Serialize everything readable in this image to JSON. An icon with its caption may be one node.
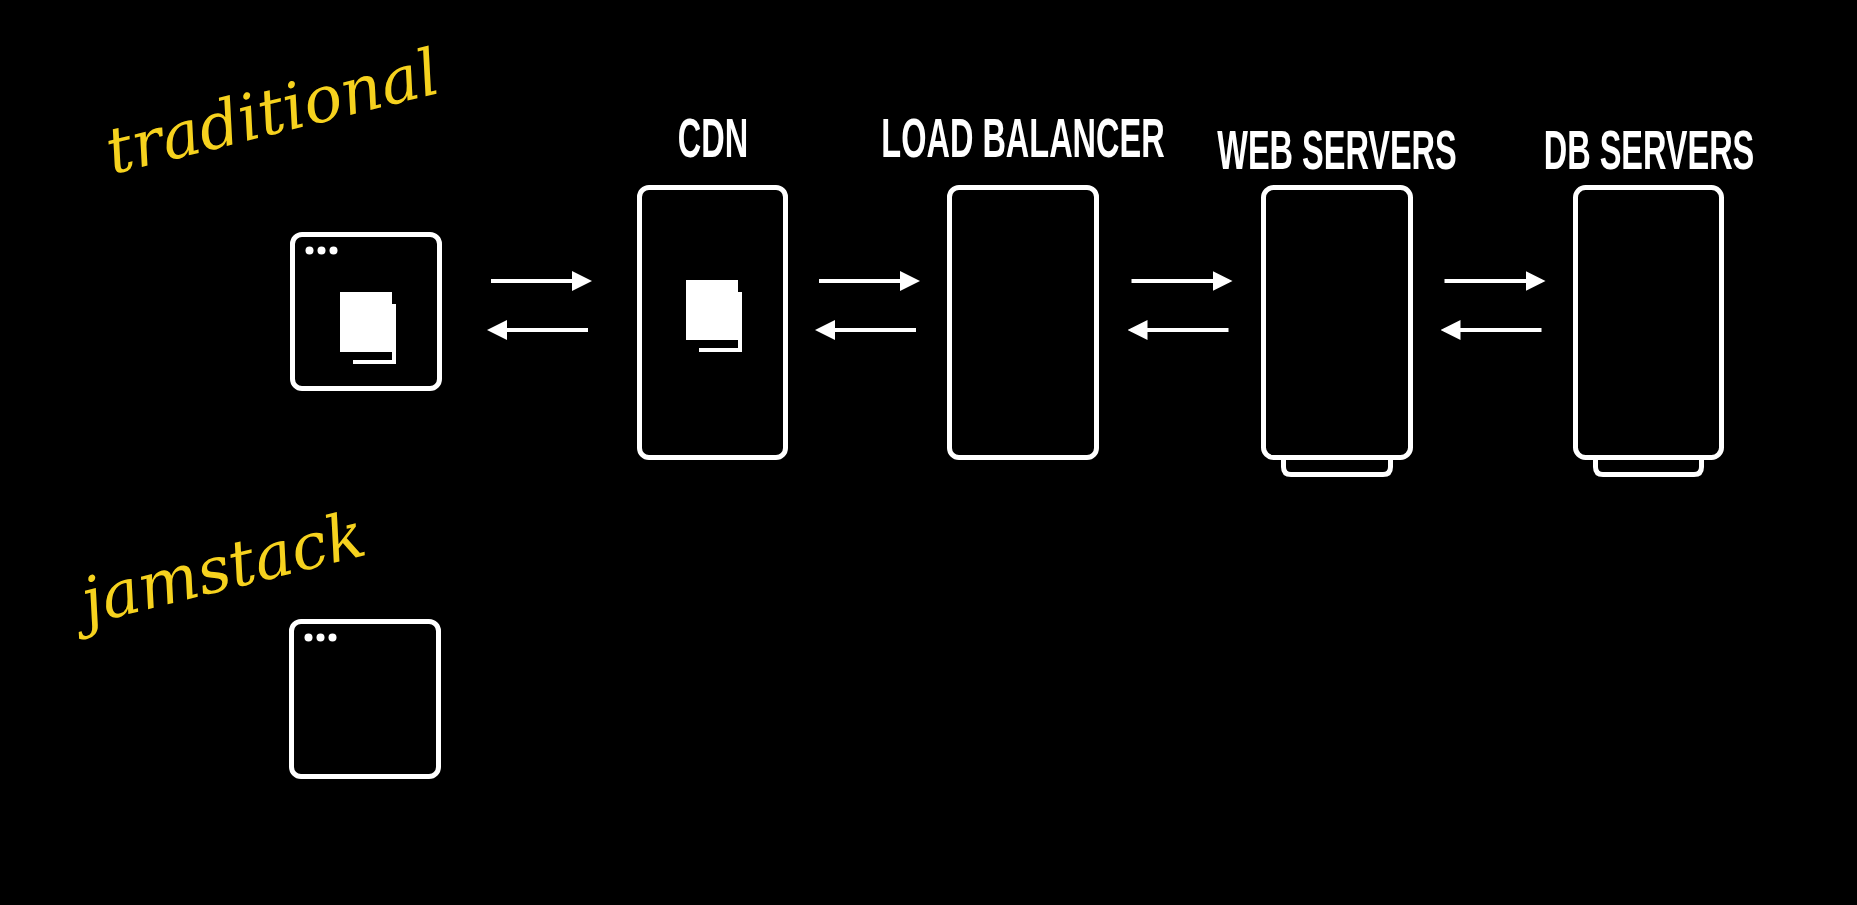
{
  "diagram": {
    "nodes": [
      {
        "text": [],
        "shape": "box"
      },
      {
        "text": [
          "CDN"
        ]
      },
      {
        "text": [
          "LOAD BALANCER"
        ]
      },
      {
        "text": [
          "WEB SERVERS"
        ]
      },
      {
        "text": [
          "DB SERVERS"
        ]
      },
      {
        "text": [],
        "shape": "box"
      }
    ],
    "edges": [
      {
        "from": 0,
        "to": 1,
        "arrow": "to"
      },
      {
        "from": 1,
        "to": 0,
        "arrow": "to"
      },
      {
        "from": 1,
        "to": 2,
        "arrow": "to"
      },
      {
        "from": 2,
        "to": 1,
        "arrow": "to"
      },
      {
        "from": 2,
        "to": 3,
        "arrow": "to"
      },
      {
        "from": 3,
        "to": 2,
        "arrow": "to"
      },
      {
        "from": 3,
        "to": 4,
        "arrow": "to"
      },
      {
        "from": 4,
        "to": 3,
        "arrow": "to"
      }
    ],
    "labels": [
      "traditional",
      "jamstack"
    ]
  }
}
